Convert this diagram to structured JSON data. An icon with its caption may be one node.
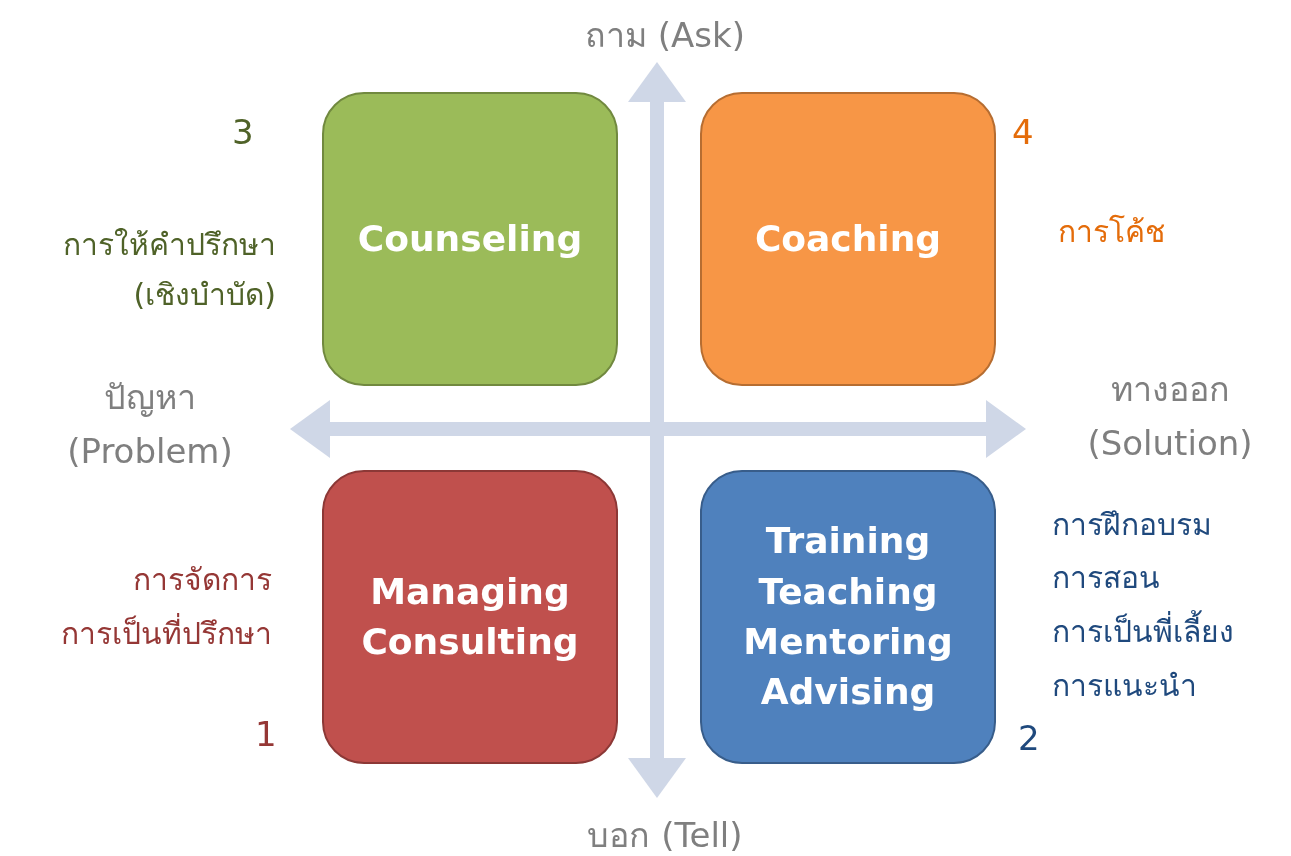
{
  "diagram": {
    "nodes": [
      {
        "text": [
          "Counseling"
        ],
        "beside": [
          "3",
          "การให้คำปรึกษา (เชิงบำบัด)"
        ]
      },
      {
        "text": [
          "Coaching"
        ],
        "beside": [
          "4",
          "การโค้ช"
        ]
      },
      {
        "text": [
          "Managing Consulting"
        ],
        "beside": [
          "การจัดการ",
          "การเป็นที่ปรึกษา",
          "1"
        ]
      },
      {
        "text": [
          "Training Teaching Mentoring Advising"
        ],
        "beside": [
          "การฝึกอบรม",
          "การสอน",
          "การเป็นพี่เลี้ยง",
          "การแนะนำ",
          "2"
        ]
      }
    ],
    "edges": [],
    "labels": [
      "ถาม (Ask)",
      "ปัญหา (Problem)",
      "ทางออก (Solution)",
      "บอก (Tell)"
    ]
  }
}
